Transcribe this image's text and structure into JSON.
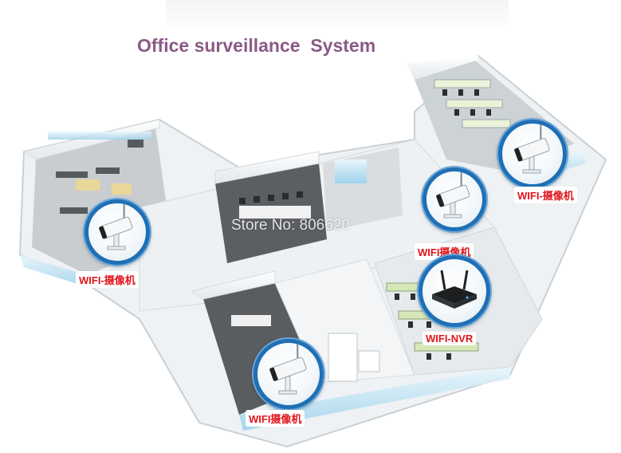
{
  "page": {
    "title": "Office surveillance  System",
    "watermark": "Store No: 806620"
  },
  "devices": {
    "camera_left": {
      "label": "WIFI-摄像机",
      "icon": "wifi-camera-icon"
    },
    "camera_center": {
      "label": "WIFI摄像机",
      "icon": "wifi-camera-icon"
    },
    "camera_right": {
      "label": "WIFI-摄像机",
      "icon": "wifi-camera-icon"
    },
    "camera_bottom": {
      "label": "WIFI摄像机",
      "icon": "wifi-camera-icon"
    },
    "nvr": {
      "label": "WIFI-NVR",
      "icon": "wifi-nvr-icon"
    }
  },
  "colors": {
    "title": "#8a5a86",
    "label": "#e0141b",
    "badge_ring": "#1f6fb5",
    "wall": "#f7f9fa",
    "floor": "#5f6163",
    "glass": "#cfe9f6"
  }
}
